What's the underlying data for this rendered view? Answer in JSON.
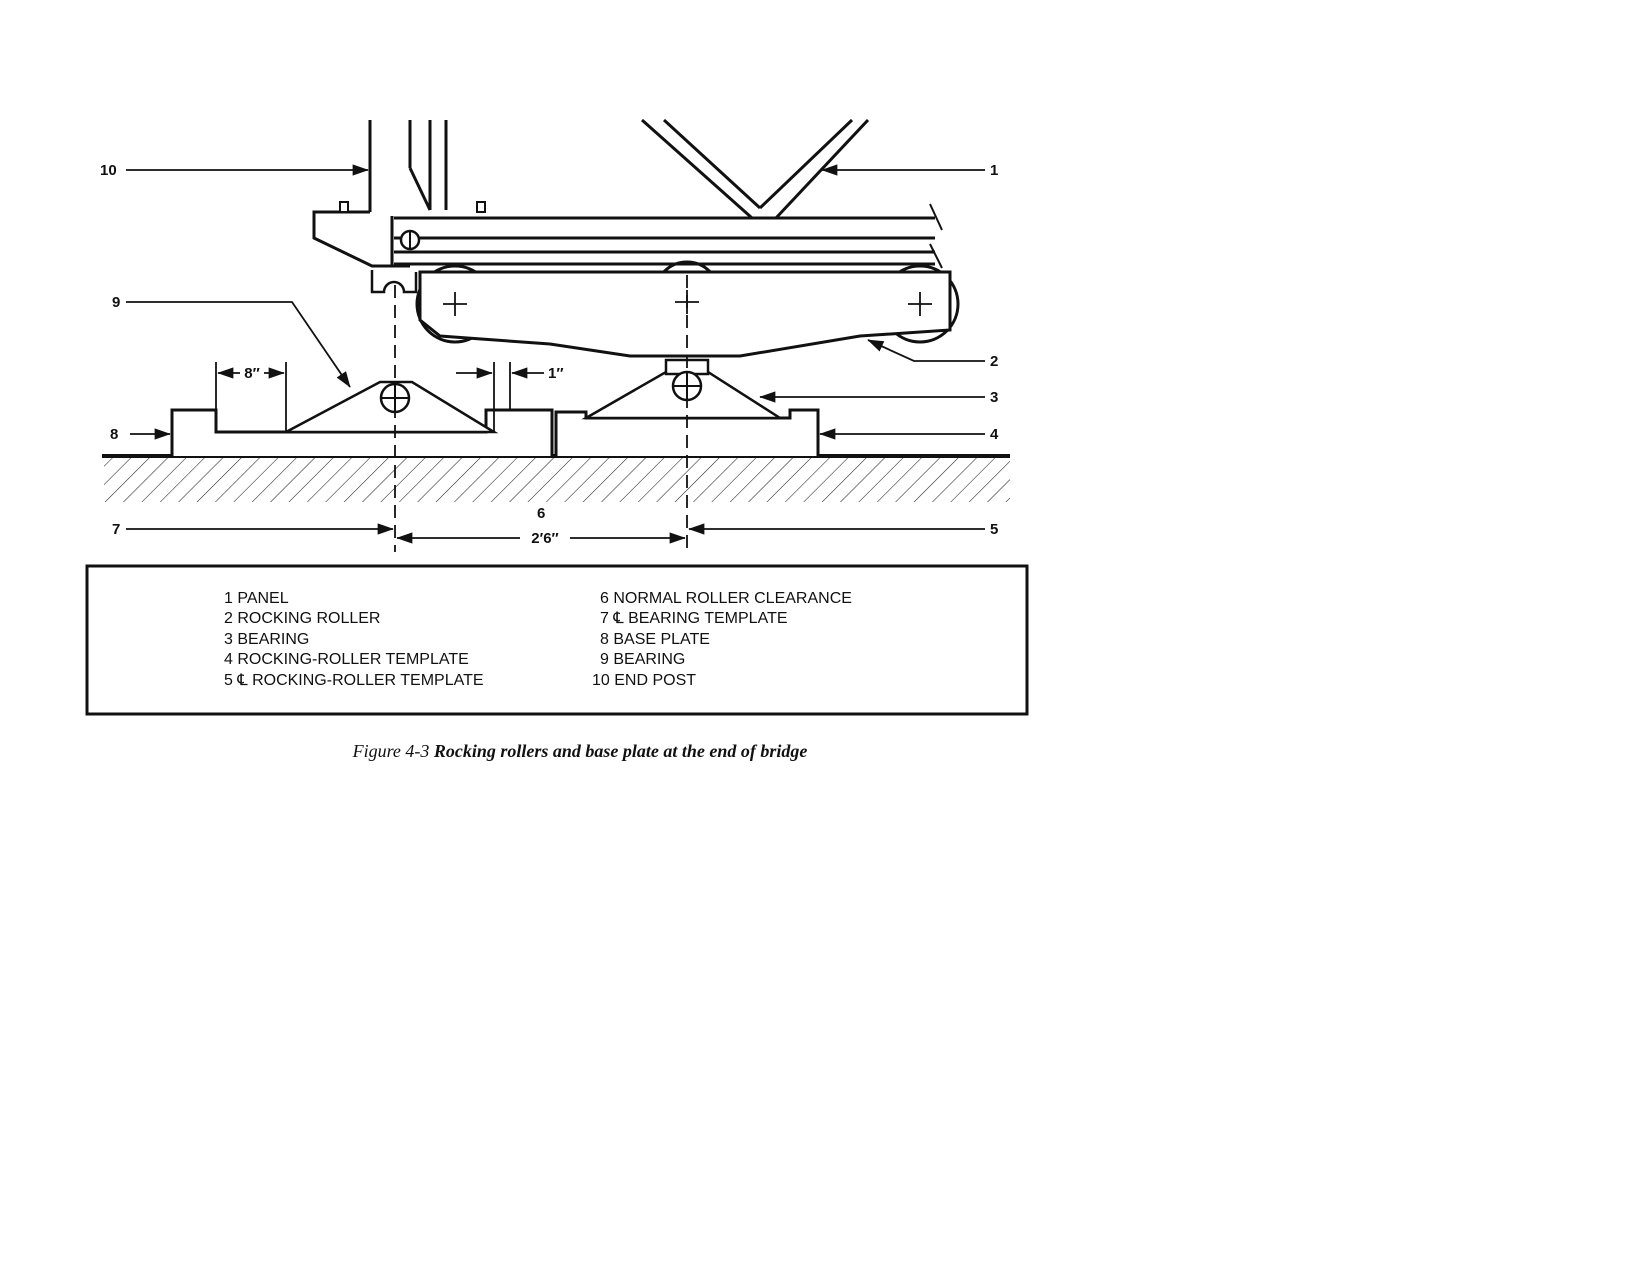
{
  "callouts": {
    "c1": "1",
    "c2": "2",
    "c3": "3",
    "c4": "4",
    "c5": "5",
    "c6": "6",
    "c7": "7",
    "c8": "8",
    "c9": "9",
    "c10": "10"
  },
  "dimensions": {
    "base_plate_edge": "8″",
    "bearing_gap": "1″",
    "roller_clearance": "2′6″"
  },
  "legend": {
    "left": [
      "1 PANEL",
      "2 ROCKING ROLLER",
      "3 BEARING",
      "4 ROCKING-ROLLER TEMPLATE",
      "5 ℄ ROCKING-ROLLER TEMPLATE"
    ],
    "right": [
      "6 NORMAL ROLLER CLEARANCE",
      "7 ℄ BEARING TEMPLATE",
      "8 BASE PLATE",
      "9 BEARING",
      "10 END POST"
    ]
  },
  "caption": {
    "number": "Figure 4-3",
    "title": "Rocking rollers and base plate at the end of bridge"
  }
}
